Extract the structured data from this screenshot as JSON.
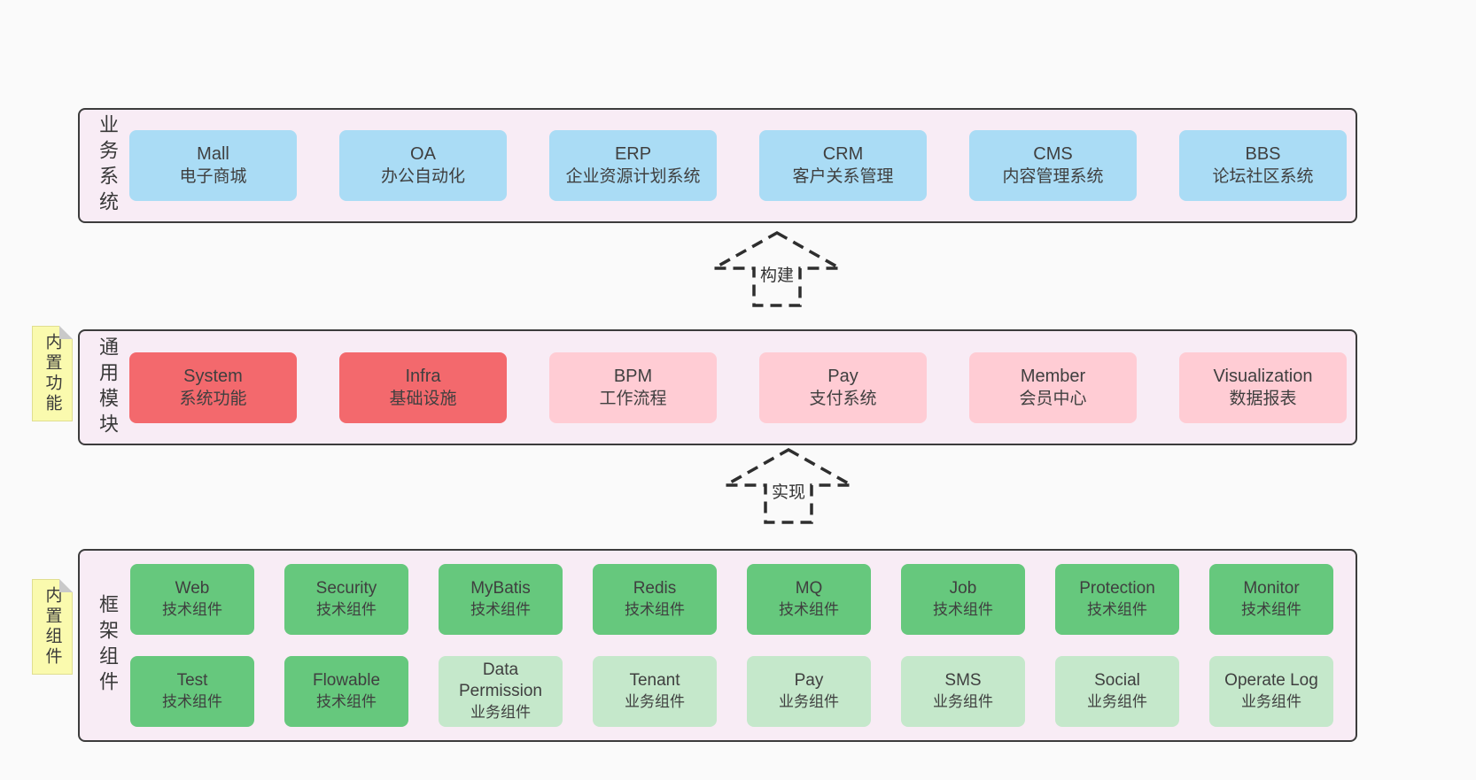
{
  "colors": {
    "page_bg": "#fafafa",
    "panel_bg": "#f8ecf5",
    "panel_border": "#3c3c3c",
    "box_blue": "#aadcf5",
    "box_red": "#f3696d",
    "box_pink": "#ffccd4",
    "box_green": "#66c87d",
    "box_green_light": "#c5e8cb",
    "sticky_bg": "#fafaae",
    "arrow_stroke": "#2e2e2e",
    "text": "#3f3f3f"
  },
  "arrows": {
    "build": "构建",
    "implement": "实现"
  },
  "layers": {
    "business": {
      "side_label": "业务系统",
      "boxes": [
        {
          "title": "Mall",
          "subtitle": "电子商城"
        },
        {
          "title": "OA",
          "subtitle": "办公自动化"
        },
        {
          "title": "ERP",
          "subtitle": "企业资源计划系统"
        },
        {
          "title": "CRM",
          "subtitle": "客户关系管理"
        },
        {
          "title": "CMS",
          "subtitle": "内容管理系统"
        },
        {
          "title": "BBS",
          "subtitle": "论坛社区系统"
        }
      ]
    },
    "modules": {
      "side_label": "通用模块",
      "sticky": "内置功能",
      "boxes": [
        {
          "title": "System",
          "subtitle": "系统功能",
          "variant": "red"
        },
        {
          "title": "Infra",
          "subtitle": "基础设施",
          "variant": "red"
        },
        {
          "title": "BPM",
          "subtitle": "工作流程",
          "variant": "pink"
        },
        {
          "title": "Pay",
          "subtitle": "支付系统",
          "variant": "pink"
        },
        {
          "title": "Member",
          "subtitle": "会员中心",
          "variant": "pink"
        },
        {
          "title": "Visualization",
          "subtitle": "数据报表",
          "variant": "pink"
        }
      ]
    },
    "components": {
      "side_label": "框架组件",
      "sticky": "内置组件",
      "row1": [
        {
          "title": "Web",
          "subtitle": "技术组件",
          "variant": "green"
        },
        {
          "title": "Security",
          "subtitle": "技术组件",
          "variant": "green"
        },
        {
          "title": "MyBatis",
          "subtitle": "技术组件",
          "variant": "green"
        },
        {
          "title": "Redis",
          "subtitle": "技术组件",
          "variant": "green"
        },
        {
          "title": "MQ",
          "subtitle": "技术组件",
          "variant": "green"
        },
        {
          "title": "Job",
          "subtitle": "技术组件",
          "variant": "green"
        },
        {
          "title": "Protection",
          "subtitle": "技术组件",
          "variant": "green"
        },
        {
          "title": "Monitor",
          "subtitle": "技术组件",
          "variant": "green"
        }
      ],
      "row2": [
        {
          "title": "Test",
          "subtitle": "技术组件",
          "variant": "green"
        },
        {
          "title": "Flowable",
          "subtitle": "技术组件",
          "variant": "green"
        },
        {
          "title": "Data Permission",
          "subtitle": "业务组件",
          "variant": "green-light"
        },
        {
          "title": "Tenant",
          "subtitle": "业务组件",
          "variant": "green-light"
        },
        {
          "title": "Pay",
          "subtitle": "业务组件",
          "variant": "green-light"
        },
        {
          "title": "SMS",
          "subtitle": "业务组件",
          "variant": "green-light"
        },
        {
          "title": "Social",
          "subtitle": "业务组件",
          "variant": "green-light"
        },
        {
          "title": "Operate Log",
          "subtitle": "业务组件",
          "variant": "green-light"
        }
      ]
    }
  }
}
